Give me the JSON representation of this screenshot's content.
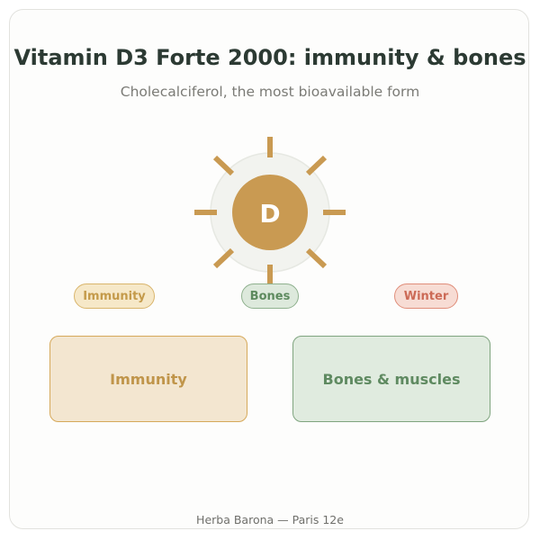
{
  "header": {
    "title": "Vitamin D3 Forte 2000: immunity & bones",
    "subtitle": "Cholecalciferol, the most bioavailable form"
  },
  "sun": {
    "letter": "D",
    "color": "#c99a52"
  },
  "tags": [
    {
      "label": "Immunity",
      "color": "#c49a4a"
    },
    {
      "label": "Bones",
      "color": "#5d8a5e"
    },
    {
      "label": "Winter",
      "color": "#cc6a56"
    }
  ],
  "benefits": [
    {
      "label": "Immunity"
    },
    {
      "label": "Bones & muscles"
    }
  ],
  "footer": {
    "text": "Herba Barona — Paris 12e"
  }
}
